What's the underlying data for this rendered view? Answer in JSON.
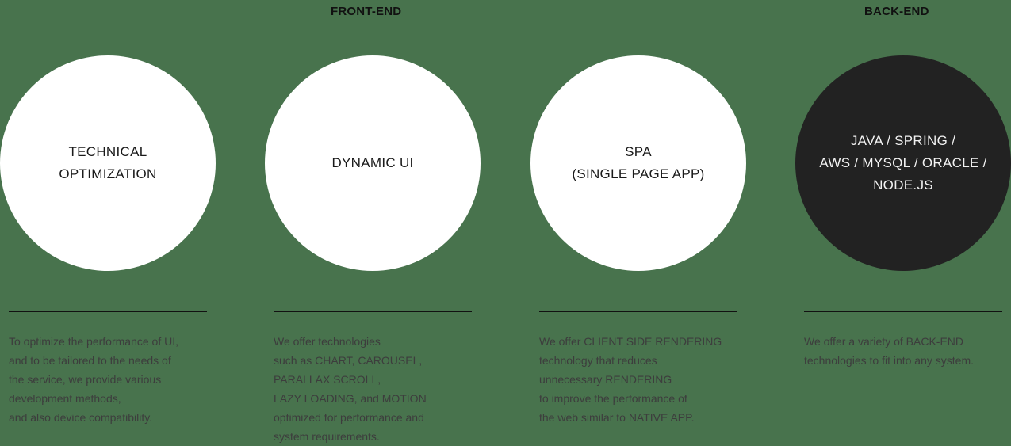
{
  "section_labels": {
    "front_end": "FRONT-END",
    "back_end": "BACK-END"
  },
  "columns": [
    {
      "circle_text": "TECHNICAL\nOPTIMIZATION",
      "circle_style": "light",
      "description": "To optimize the performance of UI,\nand to be tailored to the needs of\nthe service, we provide various\ndevelopment methods,\nand also device compatibility."
    },
    {
      "circle_text": "DYNAMIC UI",
      "circle_style": "light",
      "description": "We offer technologies\nsuch as CHART, CAROUSEL,\nPARALLAX SCROLL,\nLAZY LOADING, and MOTION\noptimized for performance and\nsystem requirements."
    },
    {
      "circle_text": "SPA\n(SINGLE PAGE APP)",
      "circle_style": "light",
      "description": "We offer CLIENT SIDE RENDERING\ntechnology that reduces\nunnecessary RENDERING\nto improve the performance of\nthe web similar to NATIVE APP."
    },
    {
      "circle_text": "JAVA / SPRING /\nAWS / MYSQL / ORACLE /\nNODE.JS",
      "circle_style": "dark",
      "description": "We offer a variety of BACK-END\ntechnologies to fit into any system."
    }
  ],
  "colors": {
    "background": "#48734d",
    "circle_light": "#ffffff",
    "circle_dark": "#222222",
    "rule": "#111111",
    "description_text": "#3d3d3d"
  }
}
